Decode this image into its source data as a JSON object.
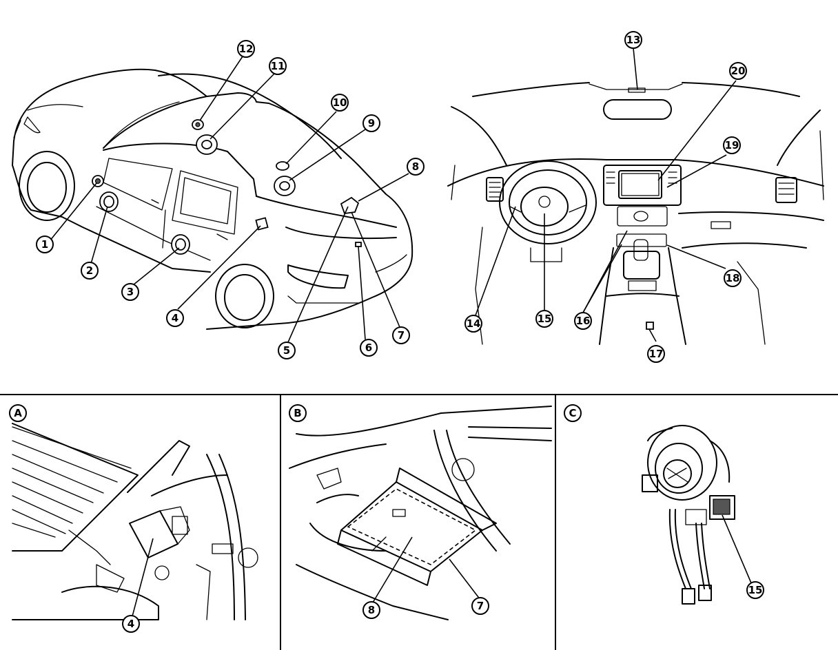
{
  "callouts": [
    "1",
    "2",
    "3",
    "4",
    "5",
    "6",
    "7",
    "8",
    "9",
    "10",
    "11",
    "12",
    "13",
    "14",
    "15",
    "16",
    "17",
    "18",
    "19",
    "20"
  ],
  "panels": [
    {
      "letter": "A",
      "callouts": [
        "4"
      ]
    },
    {
      "letter": "B",
      "callouts": [
        "8",
        "7"
      ]
    },
    {
      "letter": "C",
      "callouts": [
        "15"
      ]
    }
  ]
}
